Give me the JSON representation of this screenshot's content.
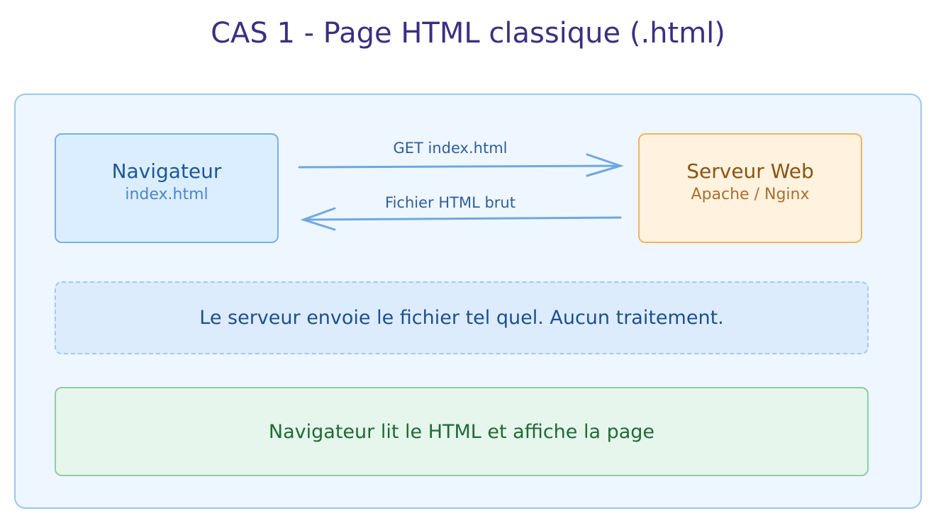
{
  "title": "CAS 1 - Page HTML classique (.html)",
  "client": {
    "name": "Navigateur",
    "file": "index.html"
  },
  "server": {
    "name": "Serveur Web",
    "software": "Apache / Nginx"
  },
  "arrows": {
    "request": "GET index.html",
    "response": "Fichier HTML brut"
  },
  "note": "Le serveur envoie le fichier tel quel. Aucun traitement.",
  "result": "Navigateur lit le HTML et affiche la page",
  "colors": {
    "client_text": "#1d5796",
    "server_text": "#8a5410",
    "arrow": "#6fa8e0"
  }
}
